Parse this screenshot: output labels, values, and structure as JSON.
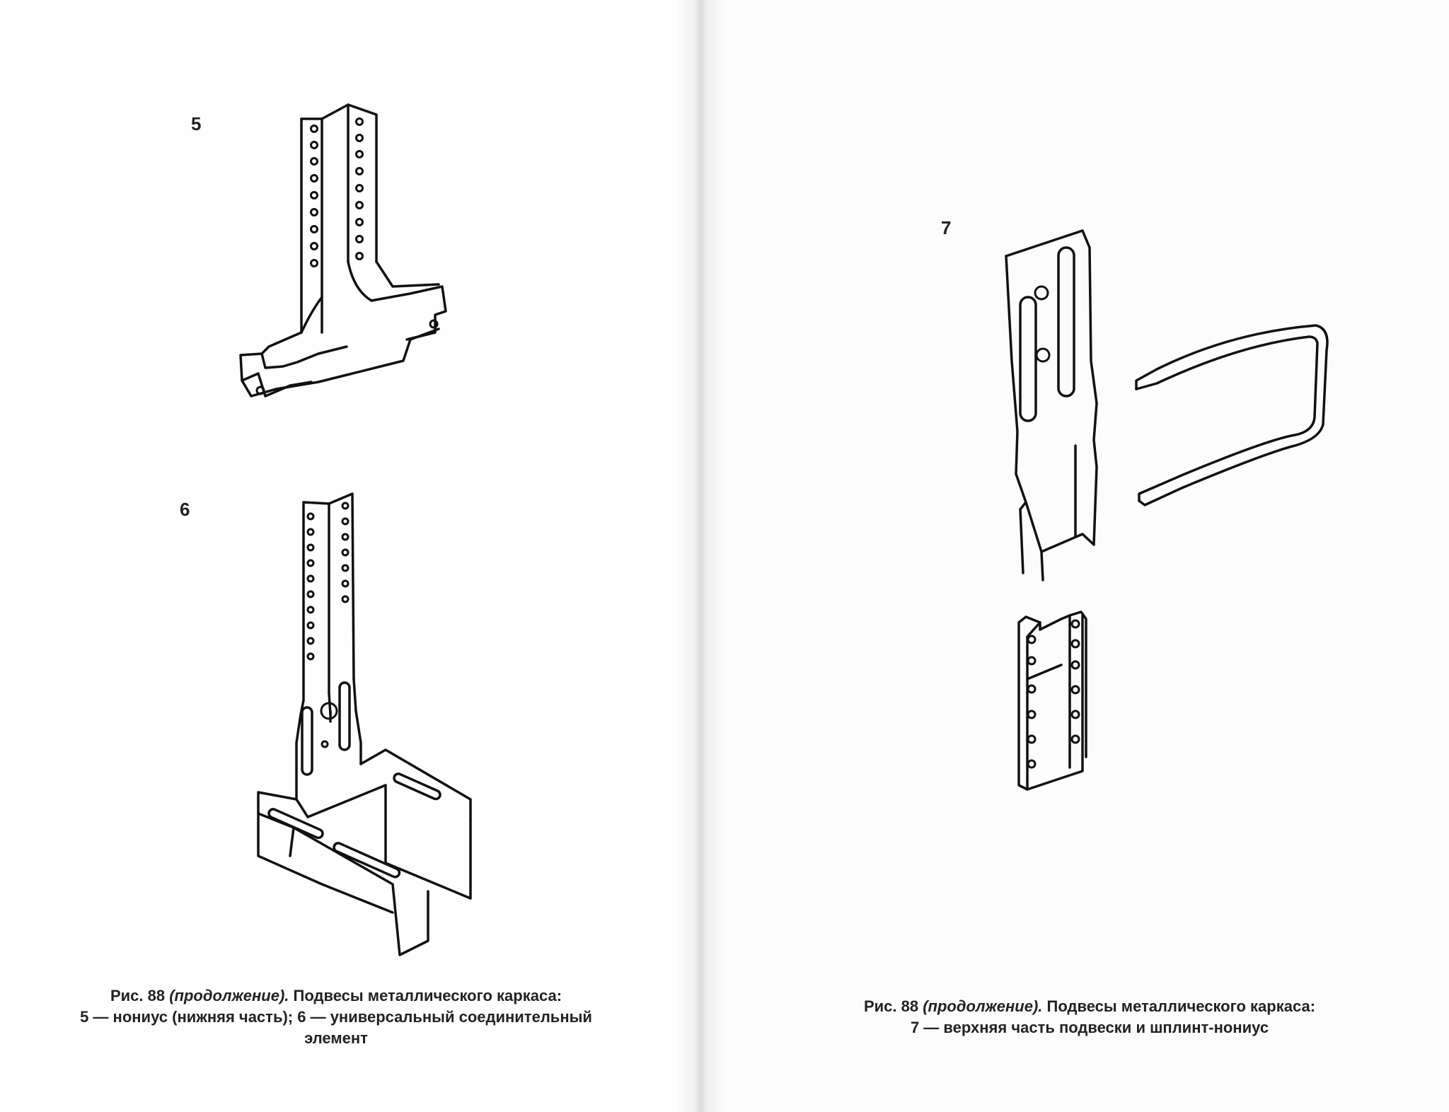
{
  "left_page": {
    "figure_5_label": "5",
    "figure_6_label": "6",
    "caption": {
      "prefix": "Рис. 88",
      "italic": "(продолжение).",
      "title": "Подвесы металлического каркаса:",
      "line2": "5 — нониус (нижняя часть); 6 — универсальный соединительный",
      "line3": "элемент"
    }
  },
  "right_page": {
    "figure_7_label": "7",
    "caption": {
      "prefix": "Рис. 88",
      "italic": "(продолжение).",
      "title": "Подвесы металлического каркаса:",
      "line2": "7 — верхняя часть подвески и шплинт-нониус"
    }
  }
}
